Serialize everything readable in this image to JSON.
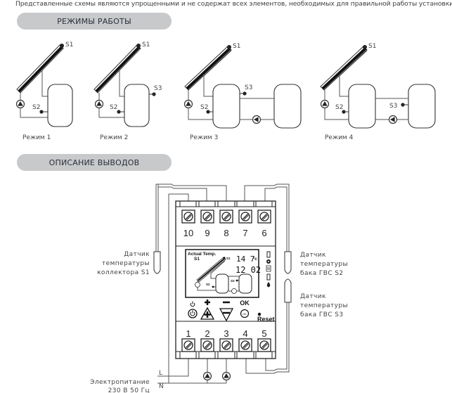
{
  "disclaimer": "Представленные схемы являются упрощенными и не содержат всех элементов, необходимых для правильной работы установки.",
  "sections": {
    "modes_title": "РЕЖИМЫ РАБОТЫ",
    "outputs_title": "ОПИСАНИЕ ВЫВОДОВ"
  },
  "modes": [
    {
      "label": "Режим 1",
      "sensors": [
        "S1",
        "S2"
      ]
    },
    {
      "label": "Режим 2",
      "sensors": [
        "S1",
        "S2",
        "S3"
      ]
    },
    {
      "label": "Режим 3",
      "sensors": [
        "S1",
        "S2",
        "S3"
      ]
    },
    {
      "label": "Режим 4",
      "sensors": [
        "S1",
        "S2",
        "S3"
      ]
    }
  ],
  "controller": {
    "top_terminals": [
      "10",
      "9",
      "8",
      "7",
      "6"
    ],
    "bottom_terminals": [
      "1",
      "2",
      "3",
      "4",
      "5"
    ],
    "display": {
      "title": "Actual Temp.",
      "sensor": "S1",
      "temperature": "14 7",
      "unit": "°c",
      "time": "12 02",
      "s1": "S1",
      "s2": "S2",
      "s3": "S3"
    },
    "buttons": {
      "power_icon": "power-icon",
      "plus": "+",
      "minus": "−",
      "ok": "OK",
      "ok_inner": "OK",
      "reset": "Reset"
    }
  },
  "sensor_labels": {
    "s1": [
      "Датчик",
      "температуры",
      "коллектора S1"
    ],
    "s2": [
      "Датчик",
      "температуры",
      "бака ГВС S2"
    ],
    "s3": [
      "Датчик",
      "температуры",
      "бака ГВС S3"
    ]
  },
  "power": {
    "label_line1": "Электропитание",
    "label_line2": "230 В 50 Гц",
    "L": "L",
    "N": "N"
  }
}
